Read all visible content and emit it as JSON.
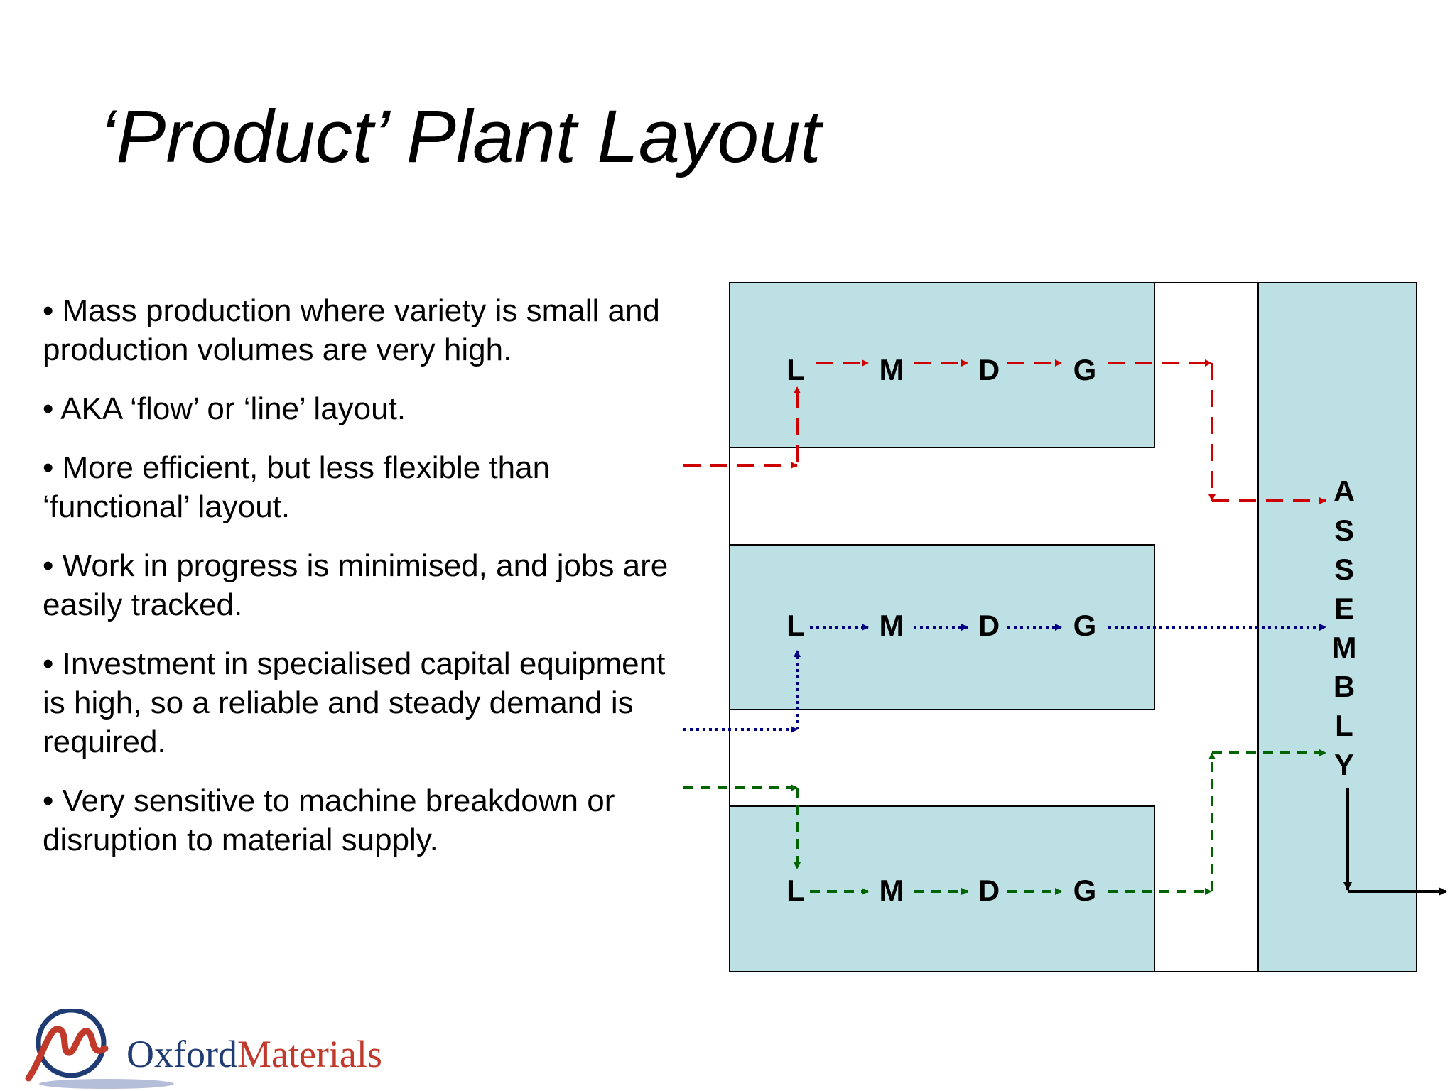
{
  "slide": {
    "title": "‘Product’ Plant Layout",
    "bullets": [
      "Mass production where variety is small and production volumes are very high.",
      "AKA ‘flow’ or ‘line’ layout.",
      "More efficient, but less flexible than ‘functional’ layout.",
      "Work in progress is minimised, and jobs are easily tracked.",
      "Investment in specialised capital equipment is high, so a reliable and steady demand is required.",
      "Very sensitive to machine breakdown or disruption to material supply."
    ]
  },
  "diagram": {
    "stations": [
      "L",
      "M",
      "D",
      "G"
    ],
    "assembly_letters": [
      "A",
      "S",
      "S",
      "E",
      "M",
      "B",
      "L",
      "Y"
    ],
    "colors": {
      "box_fill": "#bce0e4",
      "line_top": "#cc0000",
      "line_middle": "#000080",
      "line_bottom": "#006400",
      "output": "#000000"
    }
  },
  "logo": {
    "text_oxford": "Oxford",
    "text_materials": "Materials",
    "color_oxford": "#1f3b73",
    "color_materials": "#c0392b"
  }
}
